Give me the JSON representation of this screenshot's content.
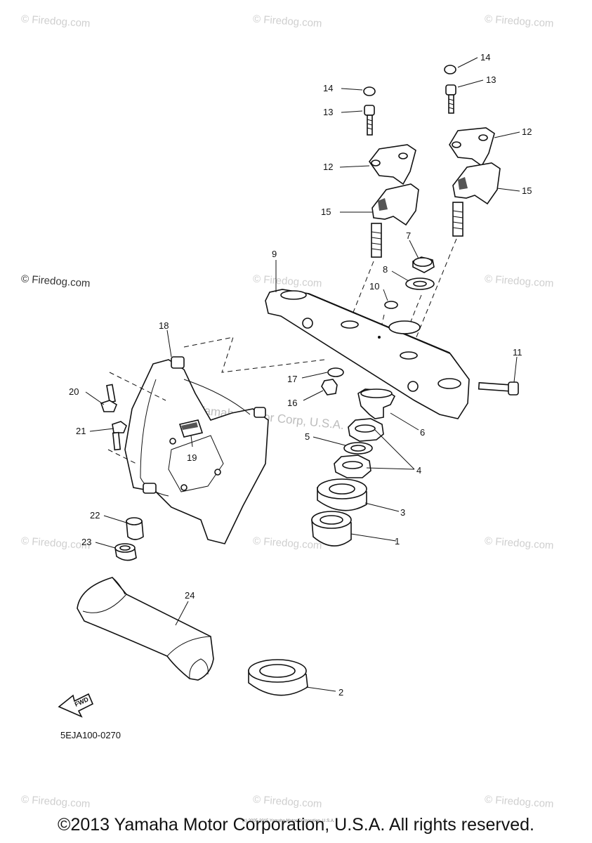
{
  "watermarks": {
    "site": "© Firedog.com",
    "center": "Yamaha Motor Corp, U.S.A."
  },
  "diagram_code": "5EJA100-0270",
  "fwd_label": "FWD",
  "copyright": "©2013 Yamaha Motor Corporation, U.S.A. All rights reserved.",
  "copyright_small": "(c) 2005-2015 Yamaha Motor Corporation, U.S.A.",
  "callouts": [
    "1",
    "2",
    "3",
    "4",
    "5",
    "6",
    "7",
    "8",
    "9",
    "10",
    "11",
    "12",
    "13",
    "14",
    "15",
    "16",
    "17",
    "18",
    "19",
    "20",
    "21",
    "22",
    "23",
    "24"
  ],
  "colors": {
    "line": "#111111",
    "watermark": "#cfcfcf",
    "background": "#ffffff"
  }
}
